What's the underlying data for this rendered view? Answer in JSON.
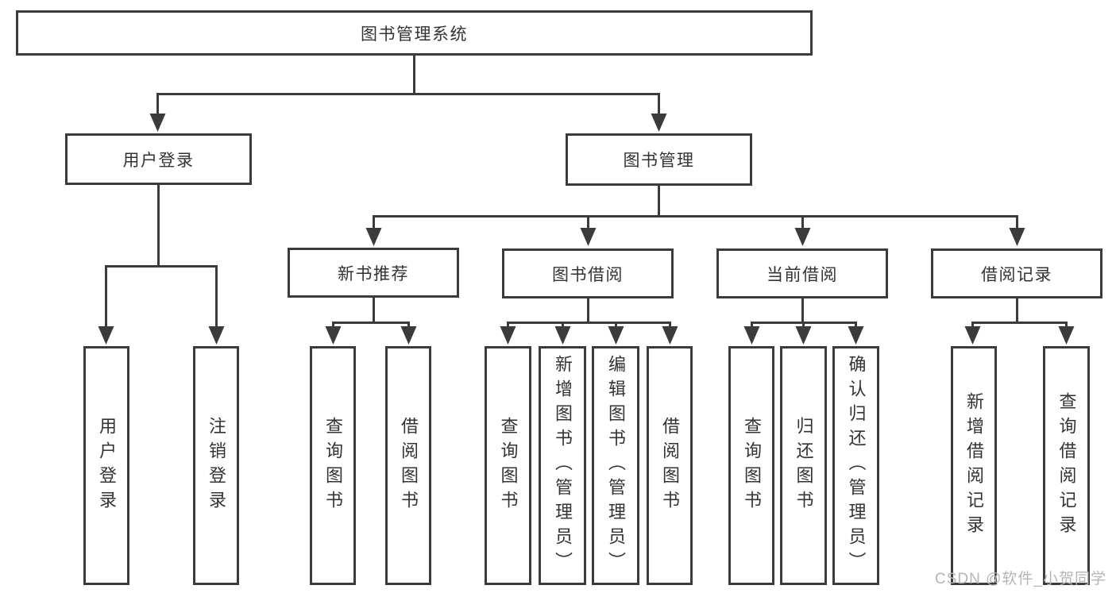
{
  "tree": {
    "root": {
      "label": "图书管理系统"
    },
    "branches": [
      {
        "label": "用户登录",
        "children": [
          {
            "label": "用户登录"
          },
          {
            "label": "注销登录"
          }
        ]
      },
      {
        "label": "图书管理",
        "children": [
          {
            "label": "新书推荐",
            "children": [
              {
                "label": "查询图书"
              },
              {
                "label": "借阅图书"
              }
            ]
          },
          {
            "label": "图书借阅",
            "children": [
              {
                "label": "查询图书"
              },
              {
                "label": "新增图书（管理员）"
              },
              {
                "label": "编辑图书（管理员）"
              },
              {
                "label": "借阅图书"
              }
            ]
          },
          {
            "label": "当前借阅",
            "children": [
              {
                "label": "查询图书"
              },
              {
                "label": "归还图书"
              },
              {
                "label": "确认归还（管理员）"
              }
            ]
          },
          {
            "label": "借阅记录",
            "children": [
              {
                "label": "新增借阅记录"
              },
              {
                "label": "查询借阅记录"
              }
            ]
          }
        ]
      }
    ]
  },
  "watermark": {
    "text": "CSDN @软件_小贺同学"
  },
  "colors": {
    "line": "#3b3b3b",
    "text": "#333333",
    "watermark": "#b5b5b5",
    "background": "#ffffff"
  }
}
